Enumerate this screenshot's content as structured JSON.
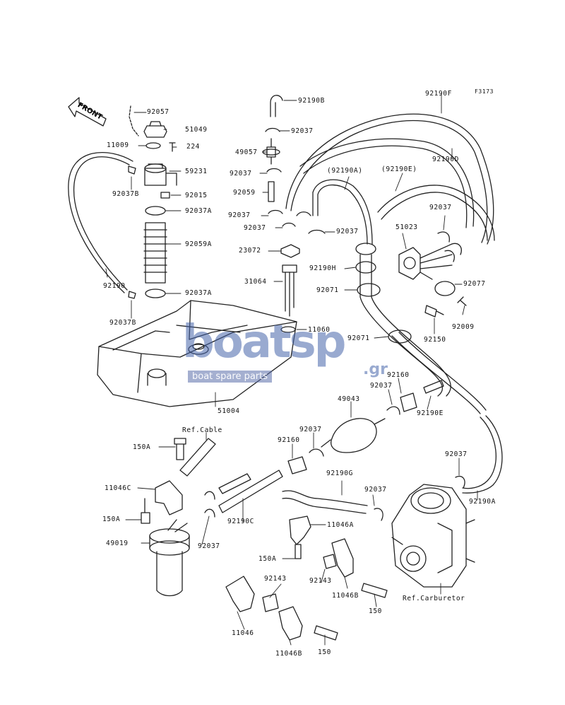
{
  "figure_code": "F3173",
  "front_label": "FRONT",
  "watermark": {
    "brand": "boatsp",
    "suffix": ".gr",
    "tagline": "boat spare parts"
  },
  "labels": [
    {
      "id": "92057",
      "text": "92057"
    },
    {
      "id": "51049",
      "text": "51049"
    },
    {
      "id": "11009",
      "text": "11009"
    },
    {
      "id": "224",
      "text": "224"
    },
    {
      "id": "59231",
      "text": "59231"
    },
    {
      "id": "92037B_top",
      "text": "92037B"
    },
    {
      "id": "92015",
      "text": "92015"
    },
    {
      "id": "92037A_top",
      "text": "92037A"
    },
    {
      "id": "92059A",
      "text": "92059A"
    },
    {
      "id": "92190",
      "text": "92190"
    },
    {
      "id": "92037A_bot",
      "text": "92037A"
    },
    {
      "id": "92037B_bot",
      "text": "92037B"
    },
    {
      "id": "51004",
      "text": "51004"
    },
    {
      "id": "92190B",
      "text": "92190B"
    },
    {
      "id": "92037_a",
      "text": "92037"
    },
    {
      "id": "49057",
      "text": "49057"
    },
    {
      "id": "92037_b",
      "text": "92037"
    },
    {
      "id": "92059",
      "text": "92059"
    },
    {
      "id": "92037_c",
      "text": "92037"
    },
    {
      "id": "92037_d",
      "text": "92037"
    },
    {
      "id": "92037_e",
      "text": "92037"
    },
    {
      "id": "23072",
      "text": "23072"
    },
    {
      "id": "92190H",
      "text": "92190H"
    },
    {
      "id": "31064",
      "text": "31064"
    },
    {
      "id": "92071_a",
      "text": "92071"
    },
    {
      "id": "11060",
      "text": "11060"
    },
    {
      "id": "92071_b",
      "text": "92071"
    },
    {
      "id": "92190F",
      "text": "92190F"
    },
    {
      "id": "92190D",
      "text": "92190D"
    },
    {
      "id": "92190A_paren",
      "text": "(92190A)"
    },
    {
      "id": "92190E_paren",
      "text": "(92190E)"
    },
    {
      "id": "92037_f",
      "text": "92037"
    },
    {
      "id": "51023",
      "text": "51023"
    },
    {
      "id": "92077",
      "text": "92077"
    },
    {
      "id": "92009",
      "text": "92009"
    },
    {
      "id": "92150",
      "text": "92150"
    },
    {
      "id": "49043",
      "text": "49043"
    },
    {
      "id": "92037_g",
      "text": "92037"
    },
    {
      "id": "92160_a",
      "text": "92160"
    },
    {
      "id": "92160_b",
      "text": "92160"
    },
    {
      "id": "92037_h",
      "text": "92037"
    },
    {
      "id": "92190E",
      "text": "92190E"
    },
    {
      "id": "92037_i",
      "text": "92037"
    },
    {
      "id": "92190A",
      "text": "92190A"
    },
    {
      "id": "ref_cable",
      "text": "Ref.Cable"
    },
    {
      "id": "150A_a",
      "text": "150A"
    },
    {
      "id": "11046C",
      "text": "11046C"
    },
    {
      "id": "150A_b",
      "text": "150A"
    },
    {
      "id": "49019",
      "text": "49019"
    },
    {
      "id": "92037_j",
      "text": "92037"
    },
    {
      "id": "92190C",
      "text": "92190C"
    },
    {
      "id": "92190G",
      "text": "92190G"
    },
    {
      "id": "92037_k",
      "text": "92037"
    },
    {
      "id": "11046A",
      "text": "11046A"
    },
    {
      "id": "150A_c",
      "text": "150A"
    },
    {
      "id": "92143_a",
      "text": "92143"
    },
    {
      "id": "92143_b",
      "text": "92143"
    },
    {
      "id": "11046B_a",
      "text": "11046B"
    },
    {
      "id": "150_a",
      "text": "150"
    },
    {
      "id": "ref_carb",
      "text": "Ref.Carburetor"
    },
    {
      "id": "11046",
      "text": "11046"
    },
    {
      "id": "11046B_b",
      "text": "11046B"
    },
    {
      "id": "150_b",
      "text": "150"
    }
  ]
}
